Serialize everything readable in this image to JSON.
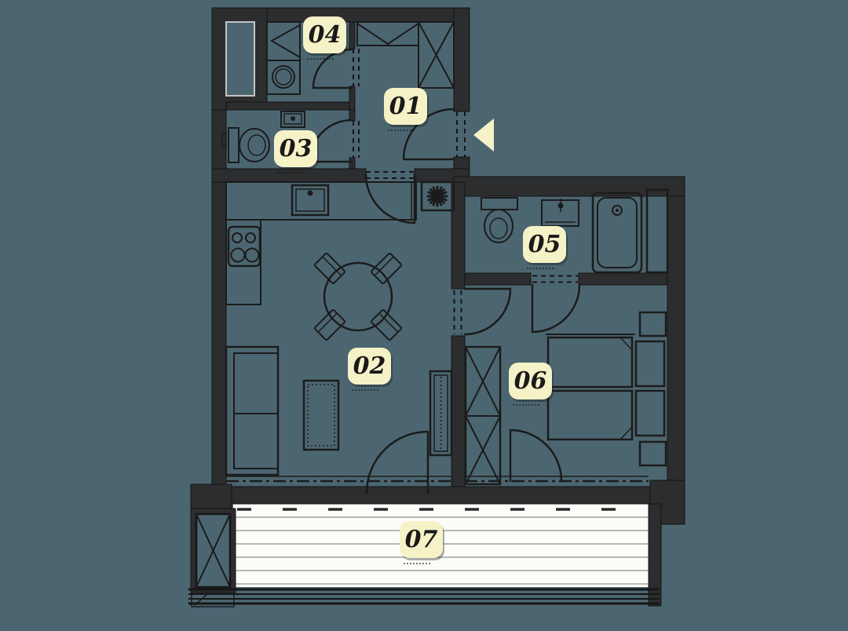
{
  "page": {
    "background_color": "#4c6671"
  },
  "plan": {
    "wall_color": "#2c2d2e",
    "line_color": "#1b1b1b",
    "label_bg_color": "#f6f2c7",
    "label_text_color": "#1a1a1a",
    "balcony_floor_color": "#fcfcf9",
    "entrance_arrow_color": "#f6f2c7"
  },
  "icons": {
    "entrance_arrow": "left-pointing-triangle",
    "boiler_symbol": "starburst"
  },
  "rooms": [
    {
      "number": "01"
    },
    {
      "number": "02"
    },
    {
      "number": "03"
    },
    {
      "number": "04"
    },
    {
      "number": "05"
    },
    {
      "number": "06"
    },
    {
      "number": "07"
    }
  ]
}
